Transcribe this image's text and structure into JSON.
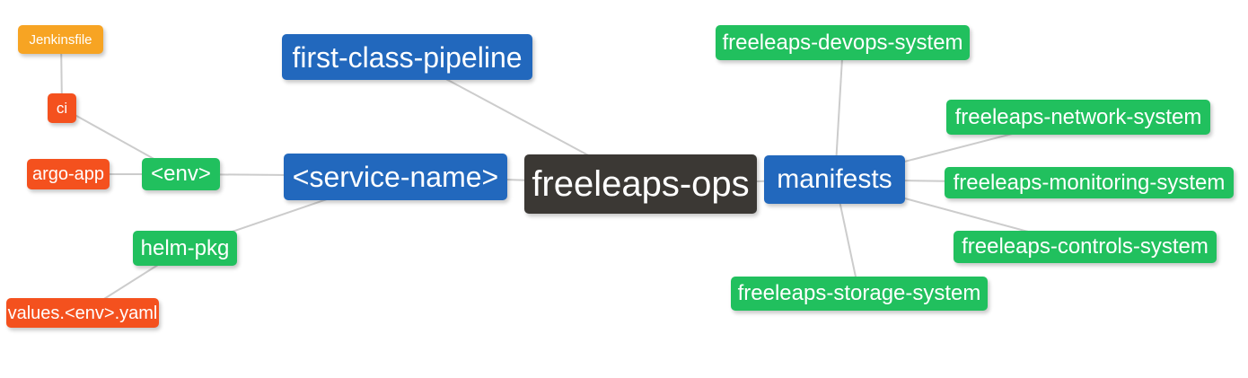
{
  "diagram": {
    "type": "mindmap",
    "root_label": "freeleaps-ops",
    "colors": {
      "root_dark": "#3b3834",
      "branch_blue": "#2268bd",
      "leaf_green": "#21c05e",
      "leaf_red": "#f4511e",
      "leaf_amber": "#f7a423",
      "edge_gray": "#cccccc",
      "text_white": "#ffffff"
    },
    "nodes": [
      {
        "id": "first-class-pipeline",
        "label": "first-class-pipeline",
        "color": "#2268bd"
      },
      {
        "id": "jenkinsfile",
        "label": "Jenkinsfile",
        "color": "#f7a423"
      },
      {
        "id": "ci",
        "label": "ci",
        "color": "#f4511e"
      },
      {
        "id": "argo-app",
        "label": "argo-app",
        "color": "#f4511e"
      },
      {
        "id": "env",
        "label": "<env>",
        "color": "#21c05e"
      },
      {
        "id": "service-name",
        "label": "<service-name>",
        "color": "#2268bd"
      },
      {
        "id": "helm-pkg",
        "label": "helm-pkg",
        "color": "#21c05e"
      },
      {
        "id": "values-env-yaml",
        "label": "values.<env>.yaml",
        "color": "#f4511e"
      },
      {
        "id": "freeleaps-ops",
        "label": "freeleaps-ops",
        "color": "#3b3834"
      },
      {
        "id": "manifests",
        "label": "manifests",
        "color": "#2268bd"
      },
      {
        "id": "freeleaps-devops-system",
        "label": "freeleaps-devops-system",
        "color": "#21c05e"
      },
      {
        "id": "freeleaps-network-system",
        "label": "freeleaps-network-system",
        "color": "#21c05e"
      },
      {
        "id": "freeleaps-monitoring-system",
        "label": "freeleaps-monitoring-system",
        "color": "#21c05e"
      },
      {
        "id": "freeleaps-controls-system",
        "label": "freeleaps-controls-system",
        "color": "#21c05e"
      },
      {
        "id": "freeleaps-storage-system",
        "label": "freeleaps-storage-system",
        "color": "#21c05e"
      }
    ],
    "edges": [
      [
        "jenkinsfile",
        "ci"
      ],
      [
        "ci",
        "env"
      ],
      [
        "argo-app",
        "env"
      ],
      [
        "env",
        "service-name"
      ],
      [
        "helm-pkg",
        "service-name"
      ],
      [
        "values-env-yaml",
        "helm-pkg"
      ],
      [
        "service-name",
        "freeleaps-ops"
      ],
      [
        "first-class-pipeline",
        "freeleaps-ops"
      ],
      [
        "freeleaps-ops",
        "manifests"
      ],
      [
        "manifests",
        "freeleaps-devops-system"
      ],
      [
        "manifests",
        "freeleaps-network-system"
      ],
      [
        "manifests",
        "freeleaps-monitoring-system"
      ],
      [
        "manifests",
        "freeleaps-controls-system"
      ],
      [
        "manifests",
        "freeleaps-storage-system"
      ]
    ]
  }
}
